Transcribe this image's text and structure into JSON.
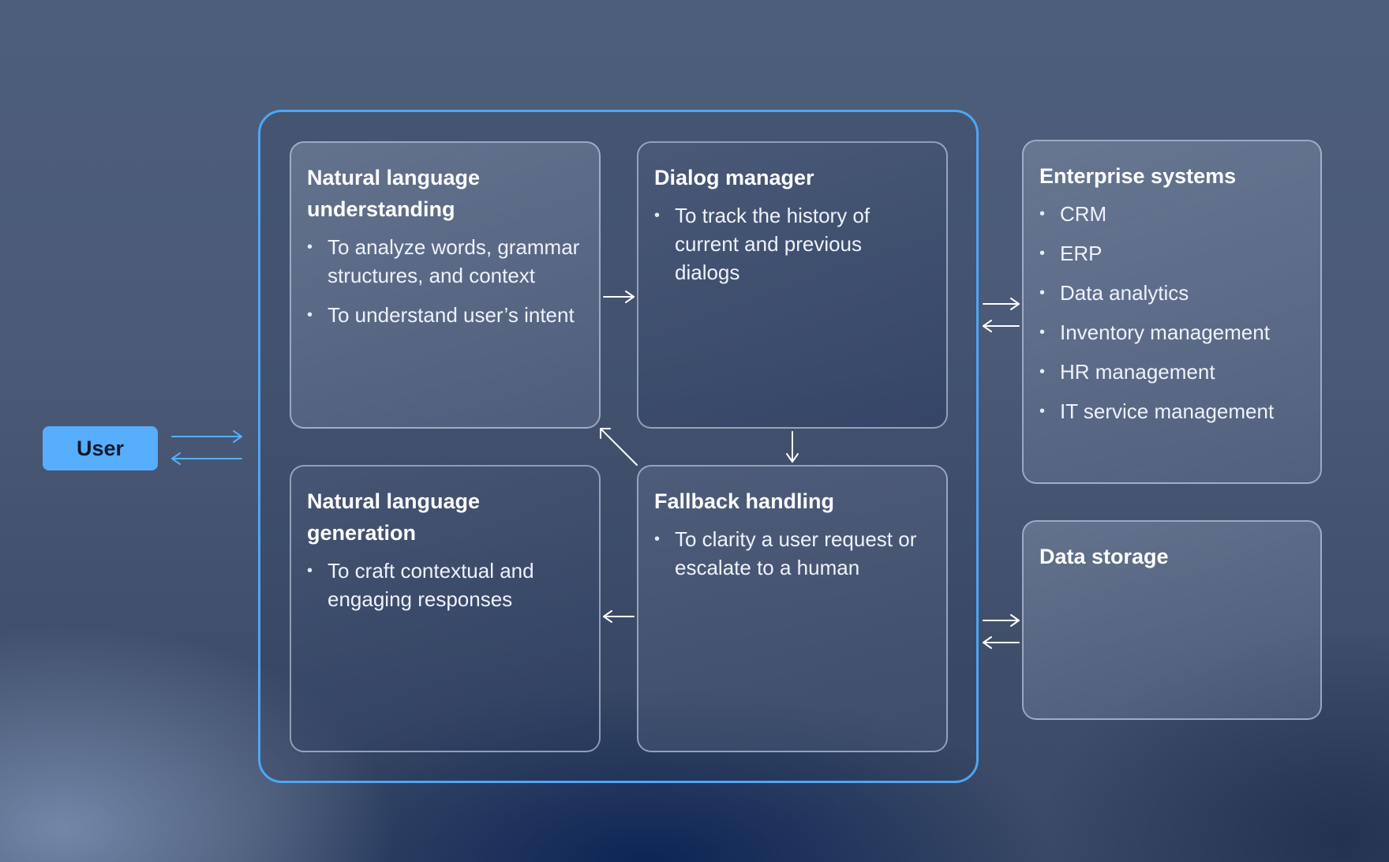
{
  "user": {
    "label": "User"
  },
  "nlu": {
    "title": "Natural language understanding",
    "bullets": [
      "To analyze words, grammar structures, and context",
      "To understand user’s intent"
    ]
  },
  "dialog_manager": {
    "title": "Dialog manager",
    "bullets": [
      "To track the history of current and previous dialogs"
    ]
  },
  "nlg": {
    "title": "Natural language generation",
    "bullets": [
      "To craft contextual and engaging responses"
    ]
  },
  "fallback": {
    "title": "Fallback handling",
    "bullets": [
      "To clarity a user request or escalate to a human"
    ]
  },
  "enterprise": {
    "title": "Enterprise systems",
    "items": [
      "CRM",
      "ERP",
      "Data analytics",
      "Inventory management",
      "HR management",
      "IT service management"
    ]
  },
  "data_storage": {
    "title": "Data storage"
  },
  "colors": {
    "accent": "#4ea6f4",
    "user_button": "#57aefc",
    "arrow": "#ffffff"
  }
}
